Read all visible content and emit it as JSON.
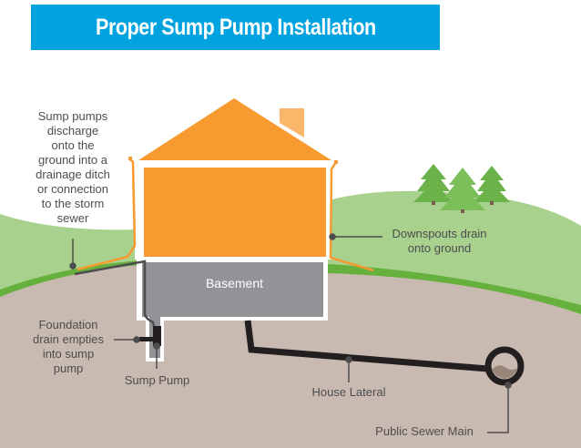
{
  "title": "Proper Sump Pump Installation",
  "colors": {
    "title_bg": "#00a3e0",
    "house": "#f79a30",
    "chimney": "#fab66a",
    "basement": "#929396",
    "grass_light": "#a9d18e",
    "grass_dark": "#66b03e",
    "soil": "#c8bab0",
    "pipe": "#231f20",
    "tree": "#6cb24b",
    "label_text": "#4d4d4f"
  },
  "labels": {
    "sump_discharge": [
      "Sump pumps",
      "discharge",
      "onto the",
      "ground into a",
      "drainage ditch",
      "or  connection",
      "to the storm",
      "sewer"
    ],
    "downspouts": [
      "Downspouts drain",
      "onto ground"
    ],
    "basement": "Basement",
    "foundation_drain": [
      "Foundation",
      "drain empties",
      "into sump",
      "pump"
    ],
    "sump_pump": "Sump Pump",
    "house_lateral": "House Lateral",
    "public_sewer_main": "Public Sewer Main"
  }
}
